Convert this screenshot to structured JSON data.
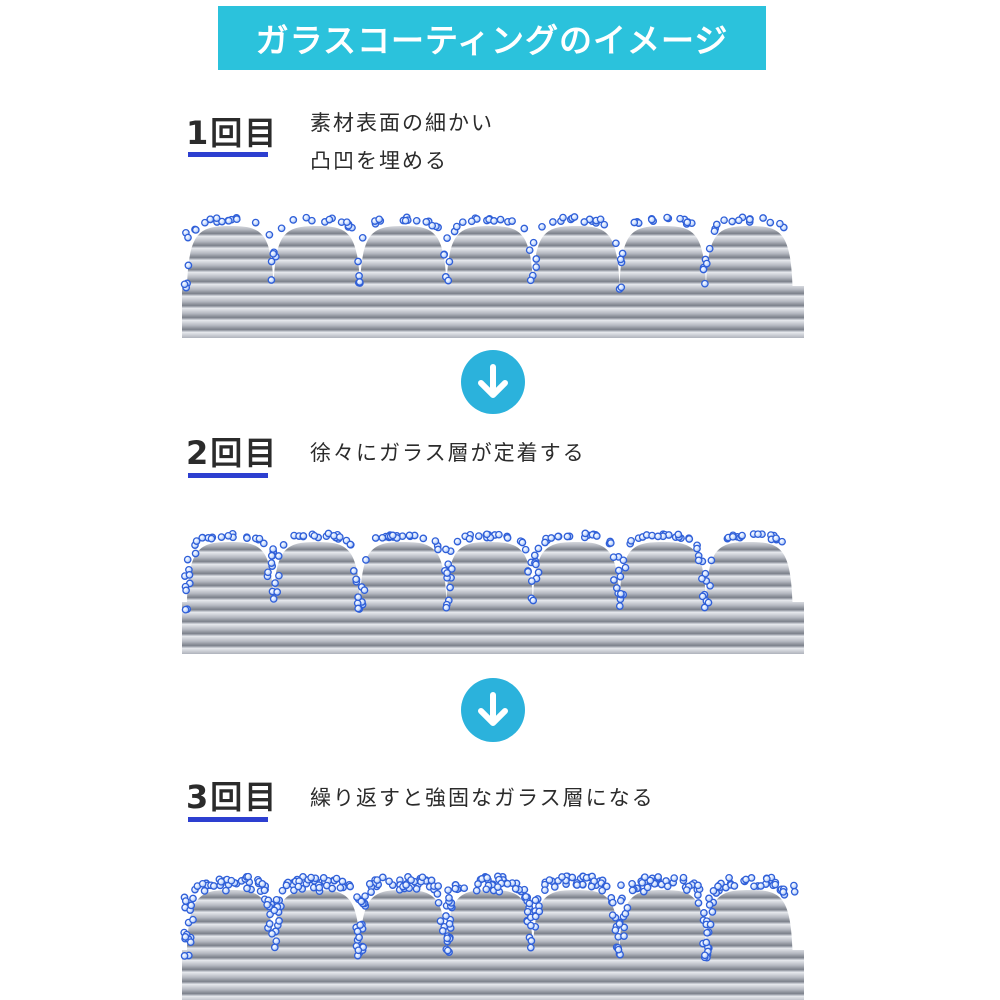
{
  "title": "ガラスコーティングのイメージ",
  "steps": [
    {
      "label": "1回目",
      "desc": [
        "素材表面の細かい",
        "凸凹を埋める"
      ],
      "layers": 1
    },
    {
      "label": "2回目",
      "desc": [
        "徐々にガラス層が定着する"
      ],
      "layers": 2
    },
    {
      "label": "3回目",
      "desc": [
        "繰り返すと強固なガラス層になる"
      ],
      "layers": 3
    }
  ],
  "colors": {
    "banner": "#2bc2dc",
    "underline": "#2d3fd0",
    "arrow": "#2bb2dc",
    "particle": "#2f5fd8"
  },
  "icons": [
    "arrow-down-icon",
    "arrow-down-icon"
  ]
}
